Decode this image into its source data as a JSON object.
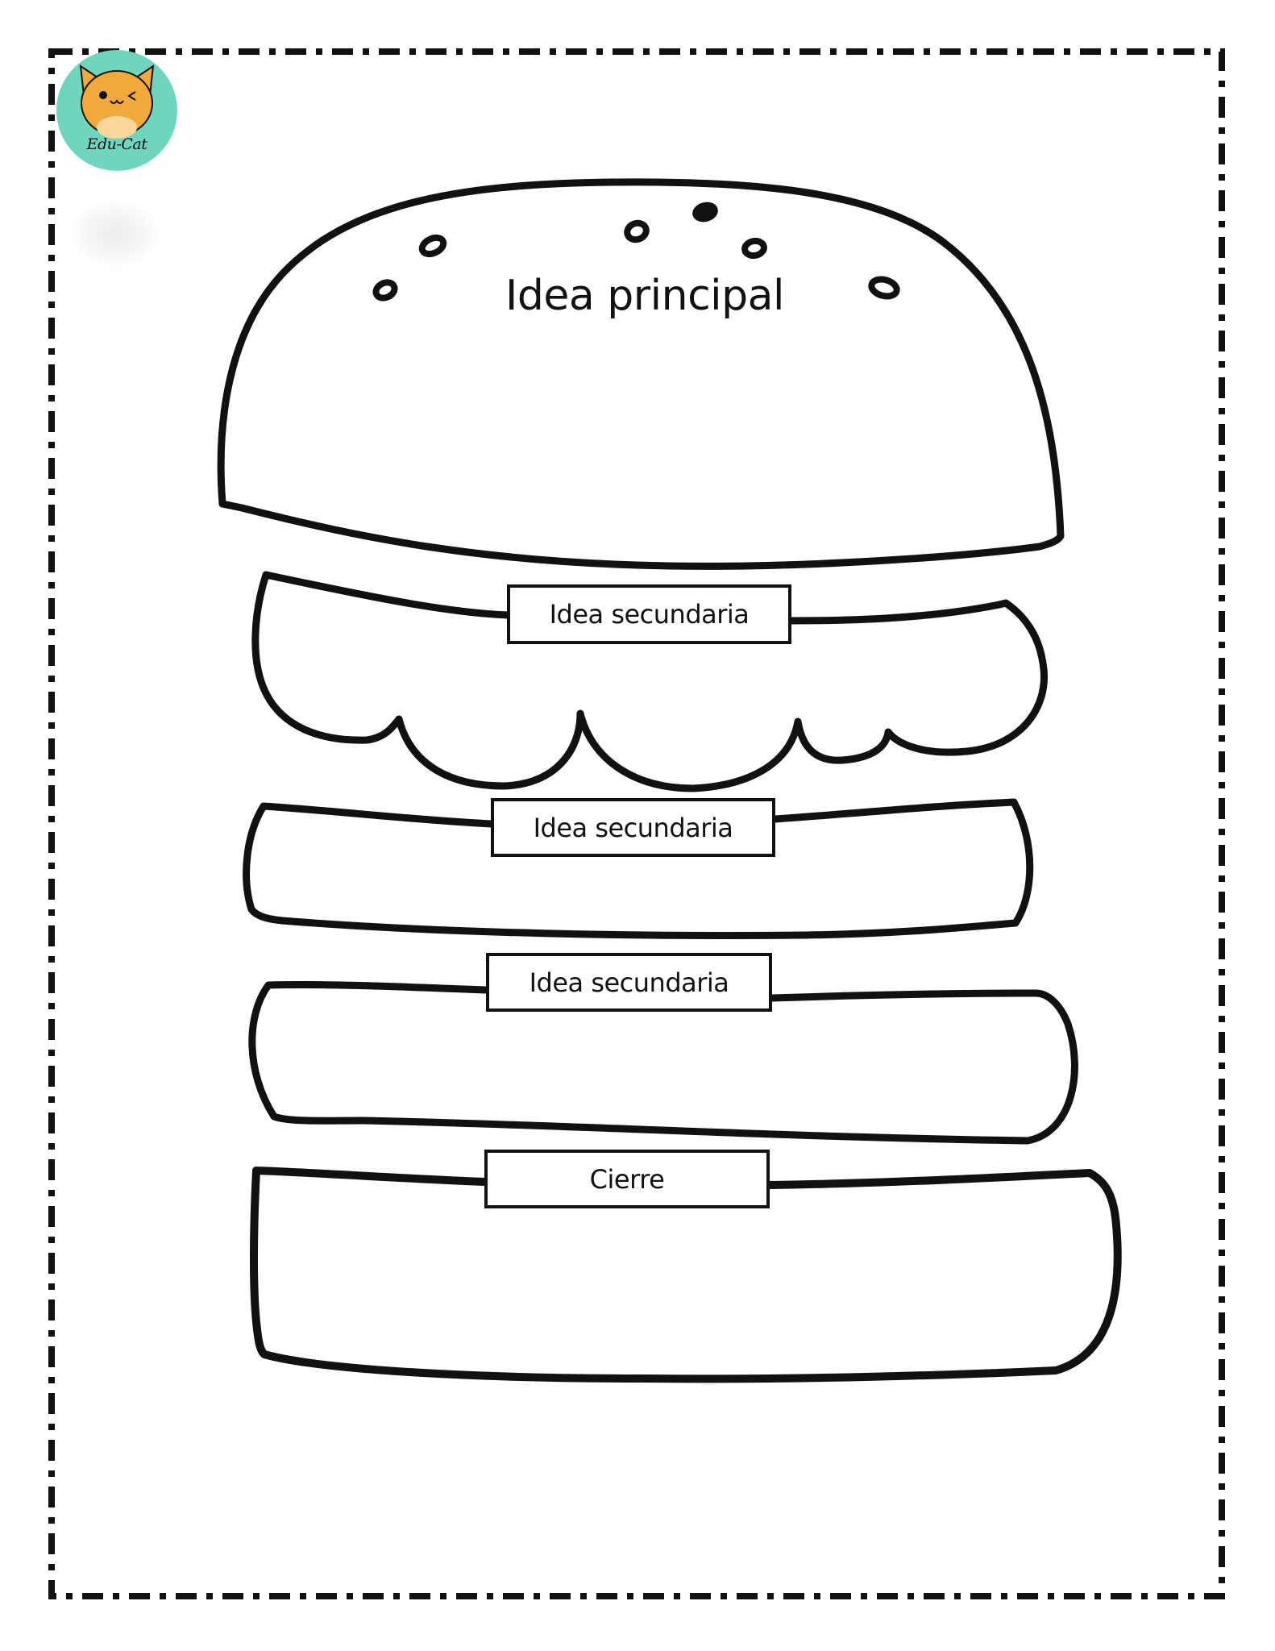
{
  "worksheet": {
    "logo": {
      "text": "Edu-Cat",
      "circle_color": "#6fd6bd",
      "cat_color": "#f2a93b"
    },
    "border": {
      "style": "dash-dot",
      "color": "#111111"
    },
    "top_bun": {
      "label": "Idea principal"
    },
    "layers": [
      {
        "shape": "lettuce",
        "label": "Idea secundaria"
      },
      {
        "shape": "patty",
        "label": "Idea secundaria"
      },
      {
        "shape": "cheese",
        "label": "Idea secundaria"
      },
      {
        "shape": "bottom-bun",
        "label": "Cierre"
      }
    ]
  }
}
